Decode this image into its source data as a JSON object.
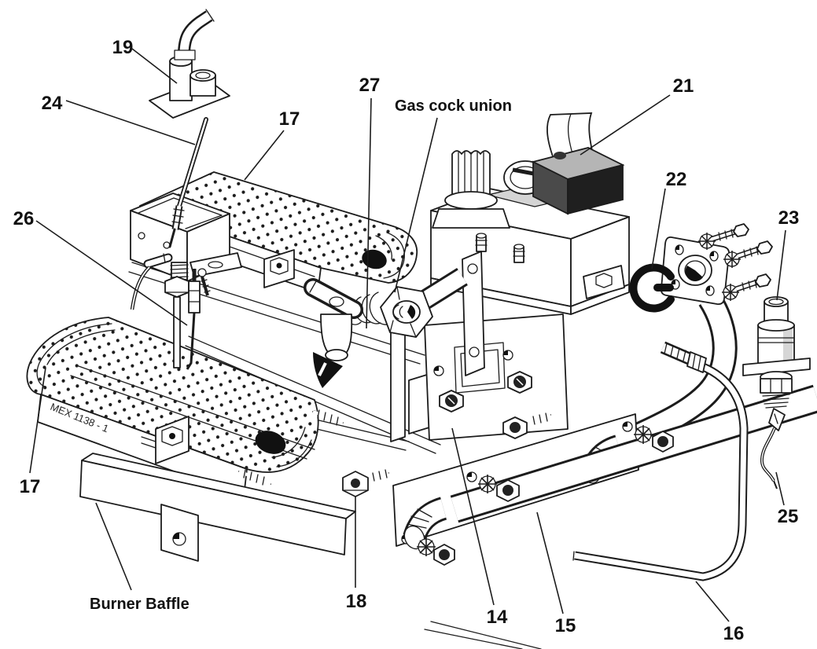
{
  "diagram": {
    "subject": "Gas burner and gas control valve exploded parts diagram",
    "colors": {
      "background": "#ffffff",
      "line": "#1c1c1c",
      "solenoid_top": "#b5b5b5",
      "solenoid_front": "#4a4a4a",
      "solenoid_side": "#1f1f1f",
      "deck_gray": "#d4d4d4",
      "shade_gray": "#d6d6d6",
      "hole_black": "#111111"
    },
    "callouts": [
      {
        "number": "19",
        "part": "pilot-burner-assembly"
      },
      {
        "number": "24",
        "part": "ignition-electrode"
      },
      {
        "number": "17",
        "part": "burner-top"
      },
      {
        "number": "27",
        "part": "gas-cock"
      },
      {
        "number": "21",
        "part": "gas-valve-solenoid"
      },
      {
        "number": "22",
        "part": "sealing-washer"
      },
      {
        "number": "23",
        "part": "spark-electrode"
      },
      {
        "number": "26",
        "part": "thermocouple"
      },
      {
        "number": "17",
        "part": "burner-bottom"
      },
      {
        "number": "18",
        "part": "fixing-nut"
      },
      {
        "number": "14",
        "part": "burner-mounting-bracket"
      },
      {
        "number": "15",
        "part": "venturi-manifold"
      },
      {
        "number": "16",
        "part": "rigid-gas-pipe"
      },
      {
        "number": "25",
        "part": "electrode-lead"
      }
    ],
    "text_annotations": {
      "gas_cock_union": "Gas cock union",
      "burner_baffle": "Burner Baffle",
      "burner_marking": "MEX 1138 - 1"
    }
  }
}
